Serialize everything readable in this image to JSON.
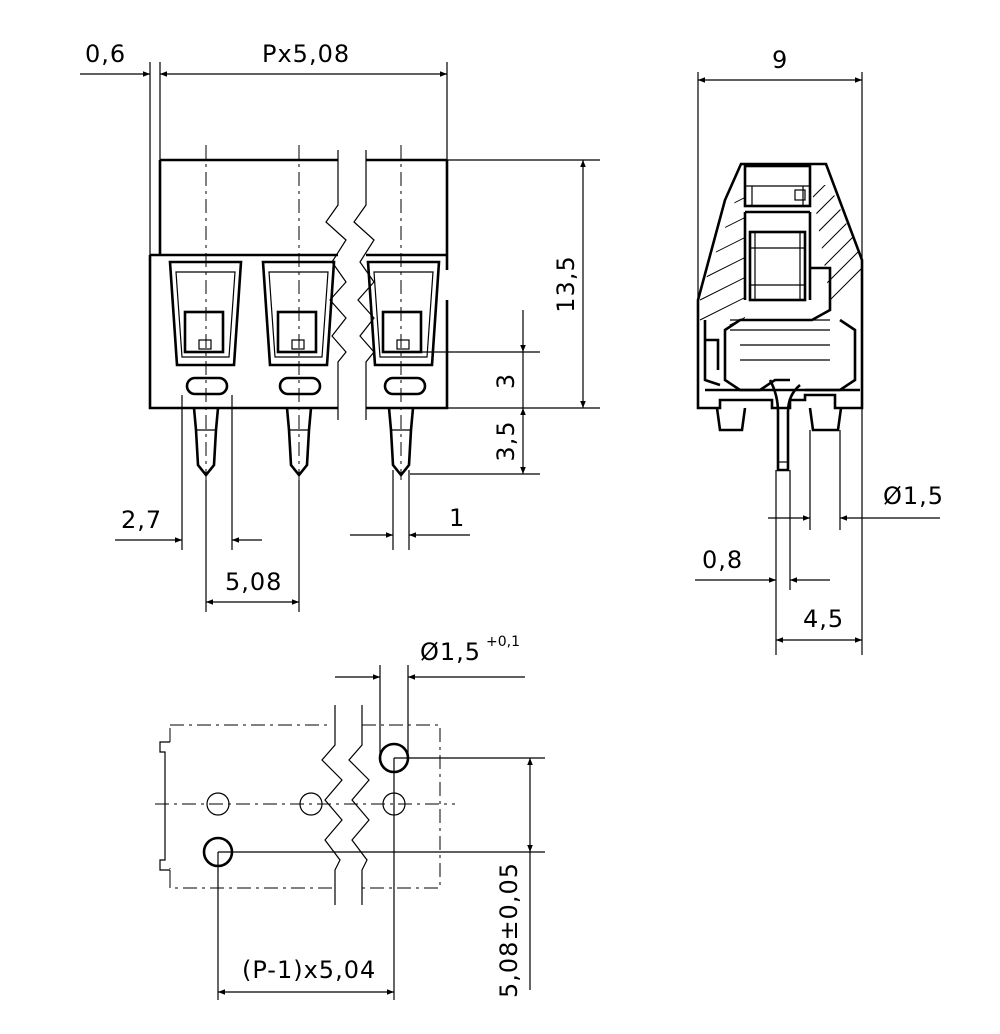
{
  "dimensions": {
    "offset_0_6": "0,6",
    "pitch_total": "Px5,08",
    "height_13_5": "13,5",
    "dim_3": "3",
    "dim_3_5": "3,5",
    "dim_2_7": "2,7",
    "pitch_5_08": "5,08",
    "pin_1": "1",
    "width_9": "9",
    "dia_1_5": "Ø1,5",
    "pin_0_8": "0,8",
    "depth_4_5": "4,5",
    "hole_dia": "Ø1,5",
    "hole_tol": "+0,1",
    "row_pitch": "(P-1)x5,04",
    "row_spacing": "5,08±0,05"
  },
  "colors": {
    "line": "#000000",
    "background": "#ffffff"
  }
}
